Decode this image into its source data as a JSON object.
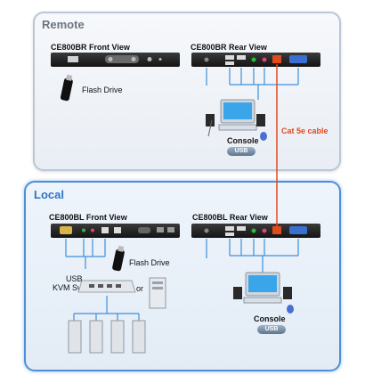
{
  "remote": {
    "title": "Remote",
    "front_label": "CE800BR Front View",
    "rear_label": "CE800BR Rear View",
    "flash_drive": "Flash Drive",
    "console": "Console",
    "usb_badge": "USB"
  },
  "local": {
    "title": "Local",
    "front_label": "CE800BL Front View",
    "rear_label": "CE800BL Rear View",
    "flash_drive": "Flash Drive",
    "usb_kvm_line1": "USB",
    "usb_kvm_line2": "KVM Switch",
    "or_label": "or",
    "console": "Console",
    "usb_badge": "USB"
  },
  "cable_label": "Cat 5e cable",
  "colors": {
    "cable": "#e14a1d",
    "connector_line": "#3d8fd9",
    "local_border": "#4d90d6",
    "remote_border": "#b9c7d6"
  }
}
